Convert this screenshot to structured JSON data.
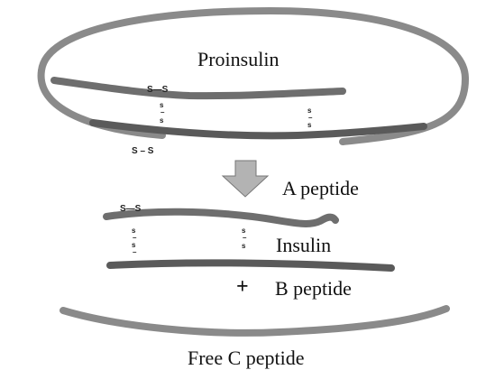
{
  "labels": {
    "proinsulin": "Proinsulin",
    "a_peptide": "A peptide",
    "insulin": "Insulin",
    "plus": "+",
    "b_peptide": "B peptide",
    "free_c_peptide": "Free C peptide"
  },
  "disulfide": {
    "s": "S",
    "s_lower": "s",
    "s_s_horizontal": "S—S",
    "s_dash_s": "S – S",
    "bond_dash": "—",
    "short_dash": "–"
  },
  "colors": {
    "chain_a": "#6e6e6e",
    "chain_b": "#5a5a5a",
    "c_peptide": "#8a8a8a",
    "arrow_fill": "#b3b3b3",
    "arrow_stroke": "#777777",
    "text": "#111111"
  }
}
